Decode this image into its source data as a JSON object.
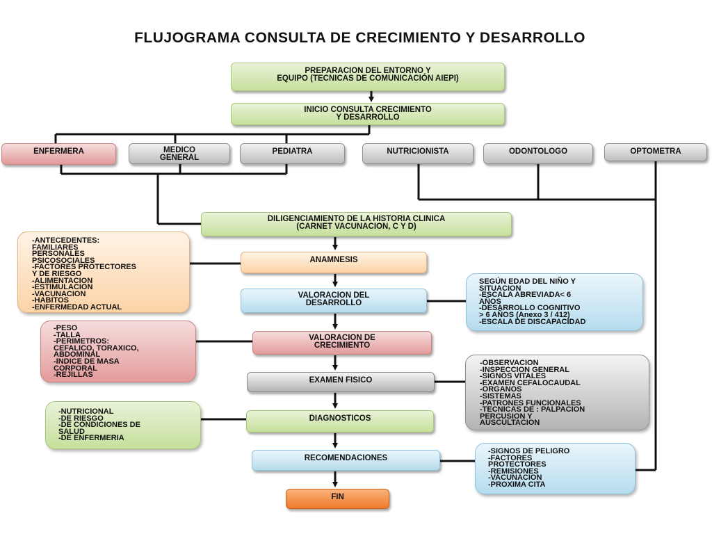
{
  "title": "FLUJOGRAMA  CONSULTA DE CRECIMIENTO Y DESARROLLO",
  "nodes": {
    "preparacion": "PREPARACION DEL ENTORNO       Y\nEQUIPO (TECNICAS DE COMUNICACIÓN  AIEPI)",
    "inicio": "INICIO CONSULTA  CRECIMIENTO\nY DESARROLLO",
    "enfermera": "ENFERMERA",
    "medico": "MEDICO\nGENERAL",
    "pediatra": "PEDIATRA",
    "nutricionista": "NUTRICIONISTA",
    "odontologo": "ODONTOLOGO",
    "optometra": "OPTOMETRA",
    "historia": "DILIGENCIAMIENTO DE LA HISTORIA CLINICA\n(CARNET VACUNACION, C Y D)",
    "anamnesis": "ANAMNESIS",
    "val_desarrollo": "VALORACION DEL\nDESARROLLO",
    "val_crecimiento": "VALORACION DE\nCRECIMIENTO",
    "examen": "EXAMEN FISICO",
    "diagnosticos": "DIAGNOSTICOS",
    "recomendaciones": "RECOMENDACIONES",
    "fin": "FIN"
  },
  "notes": {
    "antecedentes": "-ANTECEDENTES:\nFAMILIARES\nPERSONALES\nPSICOSOCIALES\n-FACTORES PROTECTORES\nY DE RIESGO\n-ALIMENTACION\n-ESTIMULACION\n-VACUNACION\n-HABITOS\n-ENFERMEDAD ACTUAL",
    "desarrollo": "SEGÚN  EDAD  DEL  NIÑO  Y\nSITUACION\n-ESCALA     ABREVIADA<     6\nAÑOS\n-DESARROLLO       COGNITIVO\n> 6 AÑOS (Anexo 3  / 412)\n-ESCALA DE DISCAPACIDAD",
    "crecimiento": "-PESO\n-TALLA\n-PERIMETROS:\nCEFALICO, TORAXICO,\nABDOMINAL\n-INDICE DE MASA\nCORPORAL\n-REJILLAS",
    "examen": "-OBSERVACION\n-INSPECCION GENERAL\n-SIGNOS VITALES\n-EXAMEN CEFALOCAUDAL\n-ORGANOS\n-SISTEMAS\n-PATRONES FUNCIONALES\n-TECNICAS DE : PALPACION\nPERCUSION Y\nAUSCULTACION",
    "diagnosticos": "-NUTRICIONAL\n-DE RIESGO\n-DE CONDICIONES  DE\nSALUD\n-DE ENFERMERIA",
    "recomendaciones": "-SIGNOS DE PELIGRO\n-FACTORES\nPROTECTORES\n-REMISIONES\n-VACUNACION\n-PROXIMA CITA"
  }
}
